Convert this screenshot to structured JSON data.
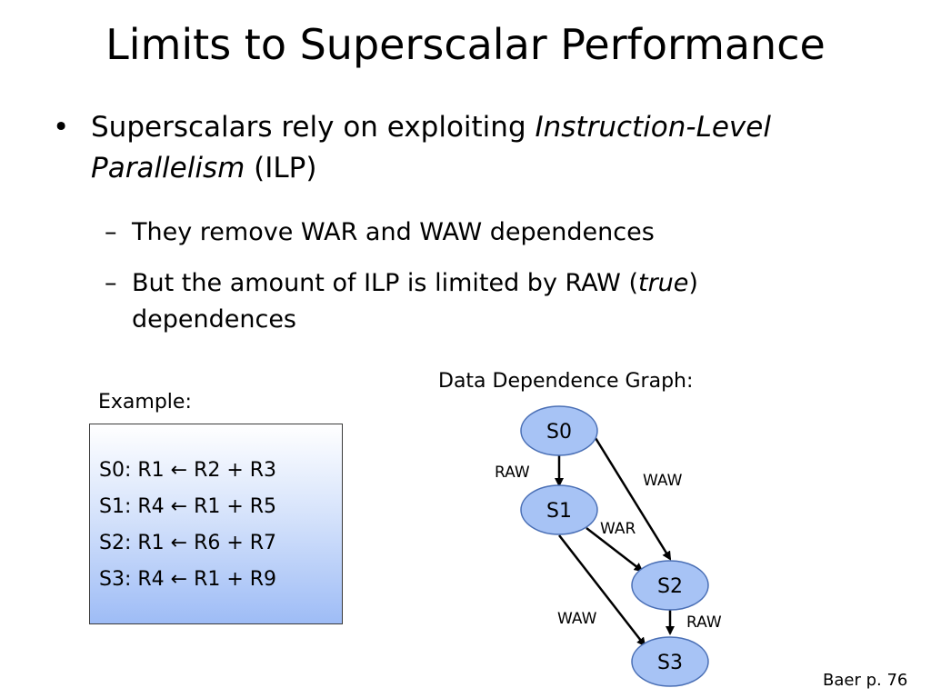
{
  "title": "Limits to Superscalar Performance",
  "bullet": {
    "marker": "•",
    "prefix": "Superscalars rely on exploiting ",
    "emphasis": "Instruction-Level Parallelism",
    "suffix": " (ILP)"
  },
  "subbullets": [
    {
      "marker": "–",
      "text": "They remove WAR and WAW dependences"
    },
    {
      "marker": "–",
      "prefix": "But the amount of ILP is limited by RAW (",
      "emphasis": "true",
      "suffix": ") dependences"
    }
  ],
  "example": {
    "label": "Example:",
    "lines": [
      "S0: R1 ← R2 + R3",
      "S1: R4 ← R1 + R5",
      "S2: R1 ← R6 + R7",
      "S3: R4 ← R1 + R9"
    ]
  },
  "graph": {
    "title": "Data Dependence Graph:",
    "nodes": [
      "S0",
      "S1",
      "S2",
      "S3"
    ],
    "edges": [
      {
        "from": "S0",
        "to": "S1",
        "label": "RAW"
      },
      {
        "from": "S0",
        "to": "S2",
        "label": "WAW"
      },
      {
        "from": "S1",
        "to": "S2",
        "label": "WAR"
      },
      {
        "from": "S1",
        "to": "S3",
        "label": "WAW"
      },
      {
        "from": "S2",
        "to": "S3",
        "label": "RAW"
      }
    ],
    "node_fill": "#a7c3f5",
    "node_stroke": "#4a6fb5"
  },
  "citation": "Baer p. 76"
}
